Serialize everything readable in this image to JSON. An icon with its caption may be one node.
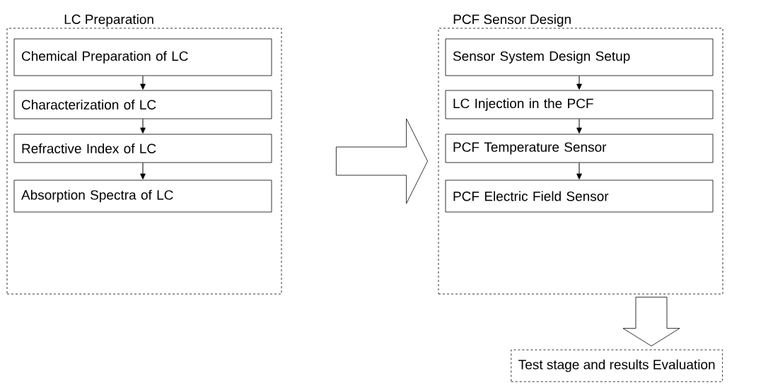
{
  "diagram": {
    "nodes": [
      {
        "text": [
          "LC Preparation"
        ]
      },
      {
        "text": [
          "Chemical Preparation of LC"
        ],
        "in": 0
      },
      {
        "text": [
          "Characterization of LC"
        ],
        "in": 0
      },
      {
        "text": [
          "Refractive Index of LC"
        ],
        "in": 0
      },
      {
        "text": [
          "Absorption Spectra of LC"
        ],
        "in": 0
      },
      {
        "text": [
          "PCF Sensor Design"
        ]
      },
      {
        "text": [
          "Sensor System Design Setup"
        ],
        "in": 5
      },
      {
        "text": [
          "LC Injection in the PCF"
        ],
        "in": 5
      },
      {
        "text": [
          "PCF Temperature Sensor"
        ],
        "in": 5
      },
      {
        "text": [
          "PCF Electric Field Sensor"
        ],
        "in": 5
      },
      {
        "text": [
          "Test stage and results Evaluation"
        ]
      }
    ],
    "edges": [
      {
        "from": 1,
        "to": 2,
        "arrow": "to"
      },
      {
        "from": 2,
        "to": 3,
        "arrow": "to"
      },
      {
        "from": 3,
        "to": 4,
        "arrow": "to"
      },
      {
        "from": 6,
        "to": 7,
        "arrow": "to"
      },
      {
        "from": 7,
        "to": 8,
        "arrow": "to"
      },
      {
        "from": 8,
        "to": 9,
        "arrow": "to"
      },
      {
        "from": 0,
        "to": 5,
        "arrow": "to",
        "style": "thick"
      },
      {
        "from": 5,
        "to": 10,
        "arrow": "to",
        "style": "thick"
      }
    ]
  }
}
